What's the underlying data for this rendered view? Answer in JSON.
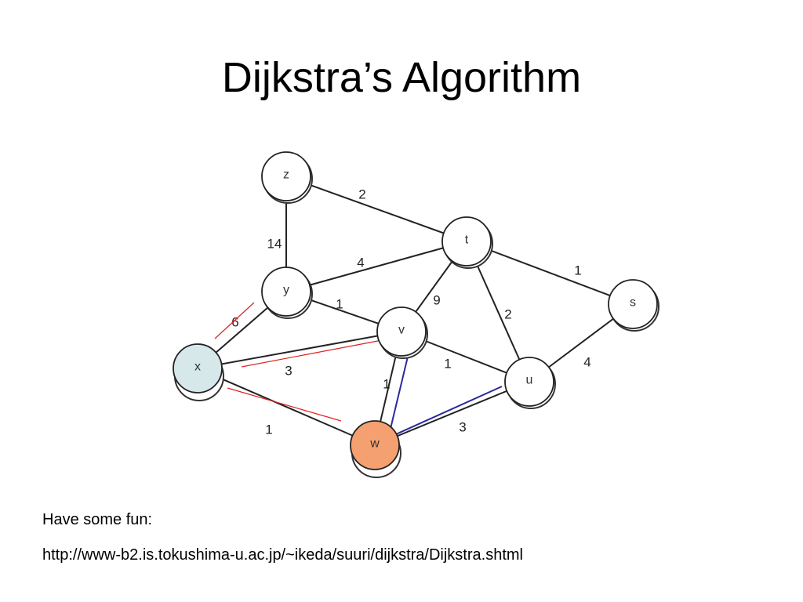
{
  "title": "Dijkstra’s Algorithm",
  "graph": {
    "nodes": [
      "z",
      "t",
      "y",
      "v",
      "s",
      "x",
      "u",
      "w"
    ],
    "edges": [
      {
        "from": "z",
        "to": "t",
        "weight": "2"
      },
      {
        "from": "z",
        "to": "y",
        "weight": "14"
      },
      {
        "from": "y",
        "to": "t",
        "weight": "4"
      },
      {
        "from": "y",
        "to": "v",
        "weight": "1"
      },
      {
        "from": "x",
        "to": "y",
        "weight": "6"
      },
      {
        "from": "x",
        "to": "v",
        "weight": "3"
      },
      {
        "from": "x",
        "to": "w",
        "weight": "1"
      },
      {
        "from": "v",
        "to": "t",
        "weight": "9"
      },
      {
        "from": "t",
        "to": "s",
        "weight": "1"
      },
      {
        "from": "t",
        "to": "u",
        "weight": "2"
      },
      {
        "from": "v",
        "to": "u",
        "weight": "1"
      },
      {
        "from": "s",
        "to": "u",
        "weight": "4"
      },
      {
        "from": "v",
        "to": "w",
        "weight": "1"
      },
      {
        "from": "w",
        "to": "u",
        "weight": "3"
      }
    ],
    "colors": {
      "source": "#d6e8ea",
      "current": "#f4a070",
      "red": "#e02020",
      "blue": "#2a2aa0"
    }
  },
  "notes": {
    "fun": "Have some fun:",
    "url": "http://www-b2.is.tokushima-u.ac.jp/~ikeda/suuri/dijkstra/Dijkstra.shtml"
  }
}
